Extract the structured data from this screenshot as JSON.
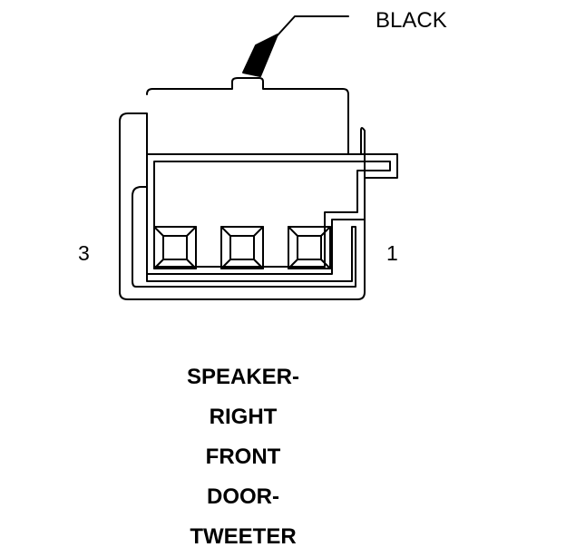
{
  "diagram": {
    "wire_color_label": "BLACK",
    "pin_left_label": "3",
    "pin_right_label": "1",
    "title_lines": [
      "SPEAKER-",
      "RIGHT",
      "FRONT",
      "DOOR-",
      "TWEETER"
    ],
    "stroke_color": "#000000",
    "background_color": "#ffffff",
    "terminal_count": 3
  }
}
